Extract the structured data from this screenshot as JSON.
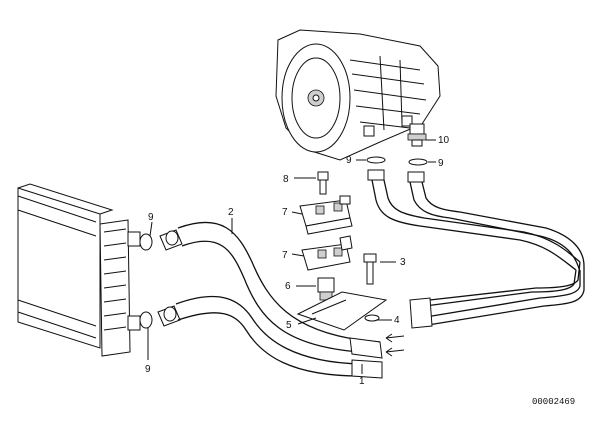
{
  "callouts": {
    "c1": "1",
    "c2": "2",
    "c3": "3",
    "c4": "4",
    "c5": "5",
    "c6": "6",
    "c7a": "7",
    "c7b": "7",
    "c8": "8",
    "c9a": "9",
    "c9b": "9",
    "c9c": "9",
    "c9d": "9",
    "c10": "10"
  },
  "document_id": "00002469",
  "colors": {
    "ink": "#111111",
    "paper": "#ffffff",
    "shade": "#cfcfcf"
  }
}
